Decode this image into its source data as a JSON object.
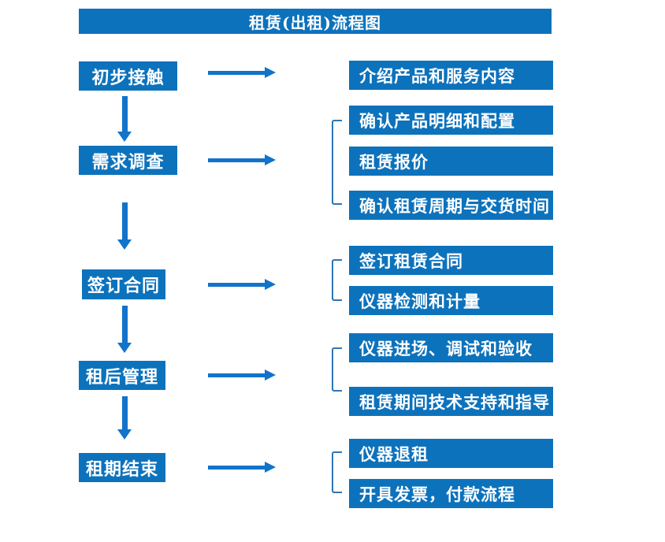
{
  "flowchart": {
    "title": "租赁(出租)流程图",
    "stages": [
      {
        "label": "初步接触",
        "details": [
          "介绍产品和服务内容"
        ]
      },
      {
        "label": "需求调查",
        "details": [
          "确认产品明细和配置",
          "租赁报价",
          "确认租赁周期与交货时间"
        ]
      },
      {
        "label": "签订合同",
        "details": [
          "签订租赁合同",
          "仪器检测和计量"
        ]
      },
      {
        "label": "租后管理",
        "details": [
          "仪器进场、调试和验收",
          "租赁期间技术支持和指导"
        ]
      },
      {
        "label": "租期结束",
        "details": [
          "仪器退租",
          "开具发票，付款流程"
        ]
      }
    ],
    "colors": {
      "box_blue": "#0d72bc",
      "arrow_blue": "#1173c9",
      "bracket_blue": "#2e75b6",
      "text_white": "#ffffff",
      "background_white": "#ffffff"
    }
  }
}
